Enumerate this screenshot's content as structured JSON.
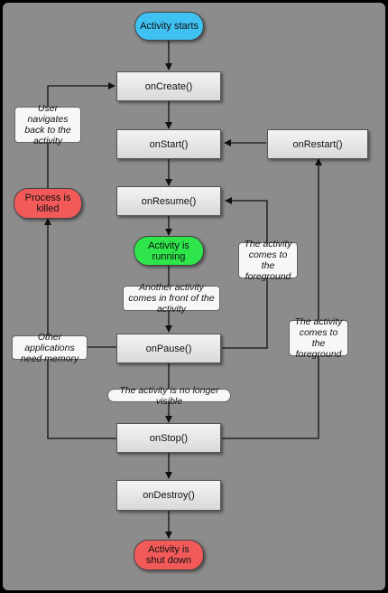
{
  "nodes": {
    "activity_starts": {
      "text": "Activity starts",
      "color": "#3fc1f2"
    },
    "on_create": {
      "text": "onCreate()"
    },
    "on_start": {
      "text": "onStart()"
    },
    "on_restart": {
      "text": "onRestart()"
    },
    "on_resume": {
      "text": "onResume()"
    },
    "process_killed": {
      "text": "Process is killed",
      "color": "#f25a5a"
    },
    "activity_running": {
      "text": "Activity is running",
      "color": "#2ee64b"
    },
    "on_pause": {
      "text": "onPause()"
    },
    "on_stop": {
      "text": "onStop()"
    },
    "on_destroy": {
      "text": "onDestroy()"
    },
    "activity_shut_down": {
      "text": "Activity is shut down",
      "color": "#f25a5a"
    }
  },
  "notes": {
    "user_navigates_back": "User navigates back to the activity",
    "foreground_resume": "The activity comes to the foreground",
    "another_activity": "Another activity comes in front of the activity",
    "other_apps_memory": "Other applications need memory",
    "foreground_restart": "The activity comes to the foreground",
    "no_longer_visible": "The activity is no longer visible"
  },
  "colors": {
    "background": "#8c8c8c",
    "method_box": "#e6e6e6",
    "connector": "#111111"
  }
}
